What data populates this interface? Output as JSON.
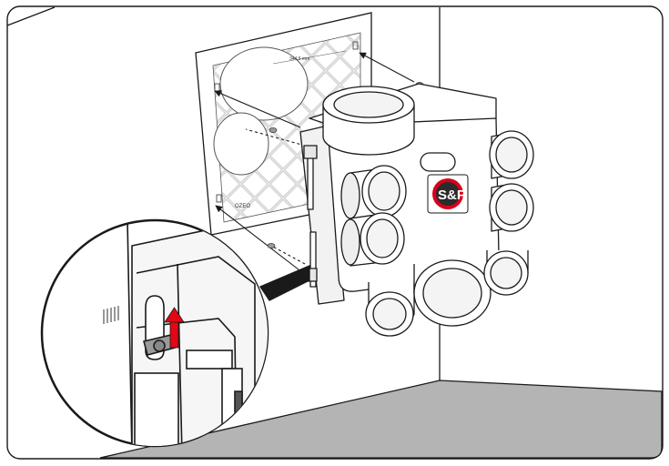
{
  "template": {
    "dimension_label": "344,5 mm",
    "brand_label": "OZEO"
  },
  "unit": {
    "logo_text": "S&P"
  },
  "colors": {
    "outline": "#1a1a1a",
    "floor": "#b4b4b4",
    "arrow_up": "#e30613",
    "logo_red": "#d7001b",
    "logo_dark": "#2b2b2b",
    "hatch": "#cfcfcf"
  },
  "icons": {
    "installation_arrows": "arrow-icon",
    "lift_arrow": "up-arrow-icon",
    "brand_logo": "sp-logo-icon"
  }
}
